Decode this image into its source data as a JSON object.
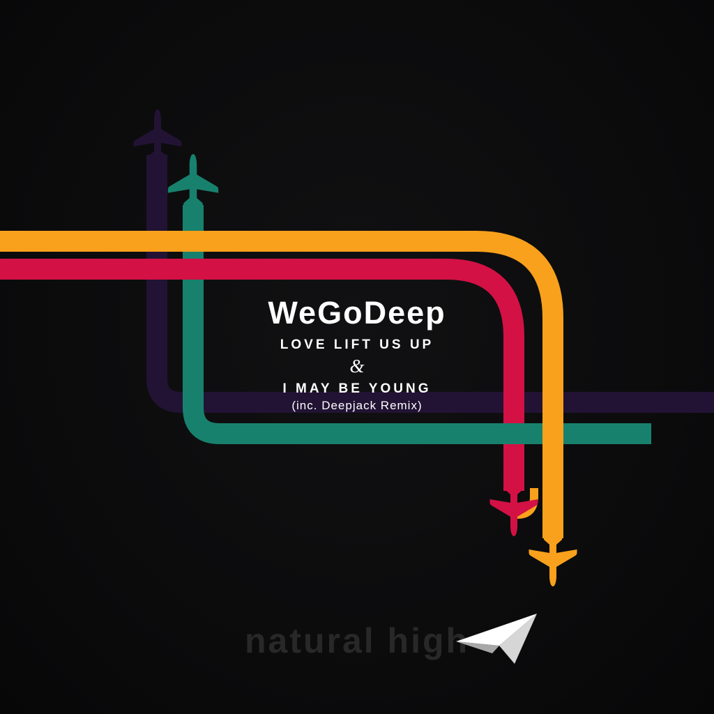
{
  "artwork": {
    "artist": "WeGoDeep",
    "title_line1": "LOVE LIFT US UP",
    "ampersand": "&",
    "title_line2": "I MAY BE YOUNG",
    "remix_note": "(inc. Deepjack Remix)"
  },
  "label": {
    "logo_text": "natural high"
  },
  "colors": {
    "background": "#0C0C0D",
    "teal_line": "#18816E",
    "red_line": "#D31145",
    "orange_line": "#F9A11C",
    "purple_line": "#221334",
    "title_text": "#FFFFFF",
    "label_text": "#282828",
    "paper_plane": "#FFFFFF",
    "paper_plane_shade": "#D6D6D6",
    "paper_plane_fold": "#A8A8A8"
  },
  "icons": {
    "airplanes": [
      {
        "name": "purple-airplane-icon",
        "direction": "up"
      },
      {
        "name": "teal-airplane-icon",
        "direction": "up"
      },
      {
        "name": "red-airplane-icon",
        "direction": "down"
      },
      {
        "name": "orange-airplane-icon",
        "direction": "down"
      }
    ],
    "logo_icon": "paper-plane-icon"
  }
}
